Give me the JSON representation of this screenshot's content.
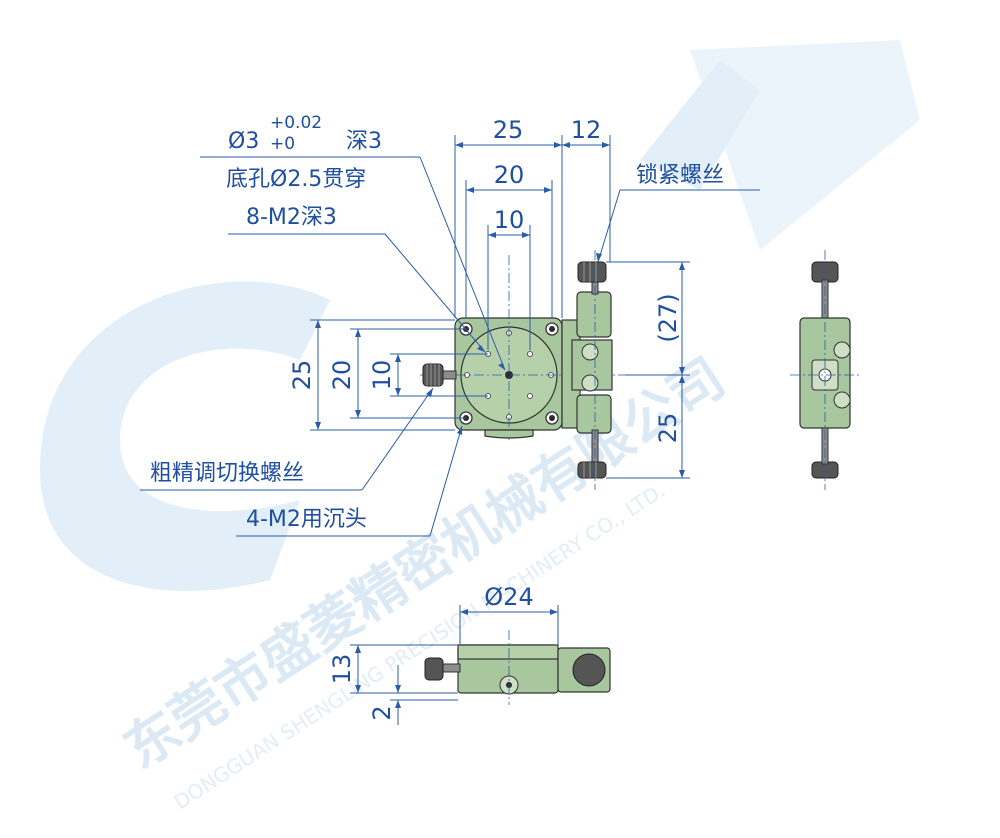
{
  "top_view": {
    "dim_25_top": "25",
    "dim_12_top": "12",
    "dim_20_top": "20",
    "dim_10_top": "10",
    "dim_25_left": "25",
    "dim_20_left": "20",
    "dim_10_left": "10",
    "dim_27_right": "(27)",
    "dim_25_right": "25"
  },
  "callouts": {
    "hole_dia": "Ø3",
    "hole_tol_upper": "+0.02",
    "hole_tol_lower": "+0",
    "hole_depth": "深3",
    "through_hole": "底孔Ø2.5贯穿",
    "tapped_holes": "8-M2深3",
    "lock_screw": "锁紧螺丝",
    "fine_adjust_screw": "粗精调切换螺丝",
    "counterbore": "4-M2用沉头"
  },
  "front_view": {
    "dim_dia24": "Ø24",
    "dim_13": "13",
    "dim_2": "2"
  },
  "watermark": {
    "company_cn": "东莞市盛菱精密机械有限公司",
    "company_en": "DONGGUAN SHENGLING PRECISION MACHINERY CO., LTD."
  },
  "colors": {
    "stage_green": "#a9c79e",
    "dimension_blue": "#2a5caa",
    "watermark_blue": "#e3eff8"
  }
}
